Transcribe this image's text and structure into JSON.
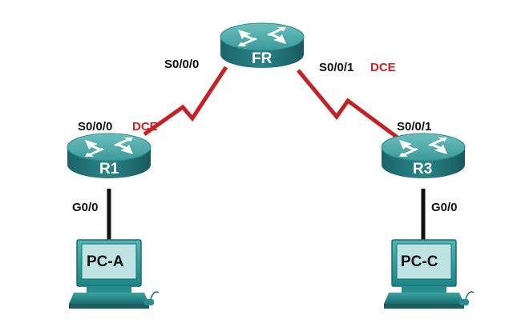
{
  "colors": {
    "serial_link": "#c42127",
    "ethernet_link": "#111111",
    "router_top": "#4fa8a6",
    "router_side": "#1f6f73",
    "pc_screen": "#1f8f8f",
    "dce_label": "#d42222"
  },
  "devices": {
    "fr": {
      "label": "FR",
      "icon": "router-icon"
    },
    "r1": {
      "label": "R1",
      "icon": "router-icon"
    },
    "r3": {
      "label": "R3",
      "icon": "router-icon"
    },
    "pca": {
      "label": "PC-A",
      "icon": "pc-icon"
    },
    "pcc": {
      "label": "PC-C",
      "icon": "pc-icon"
    }
  },
  "interfaces": {
    "fr_left": "S0/0/0",
    "fr_right": "S0/0/1",
    "r1_serial": "S0/0/0",
    "r3_serial": "S0/0/1",
    "r1_gig": "G0/0",
    "r3_gig": "G0/0"
  },
  "dce": {
    "fr_right": "DCE",
    "r1_serial": "DCE"
  }
}
